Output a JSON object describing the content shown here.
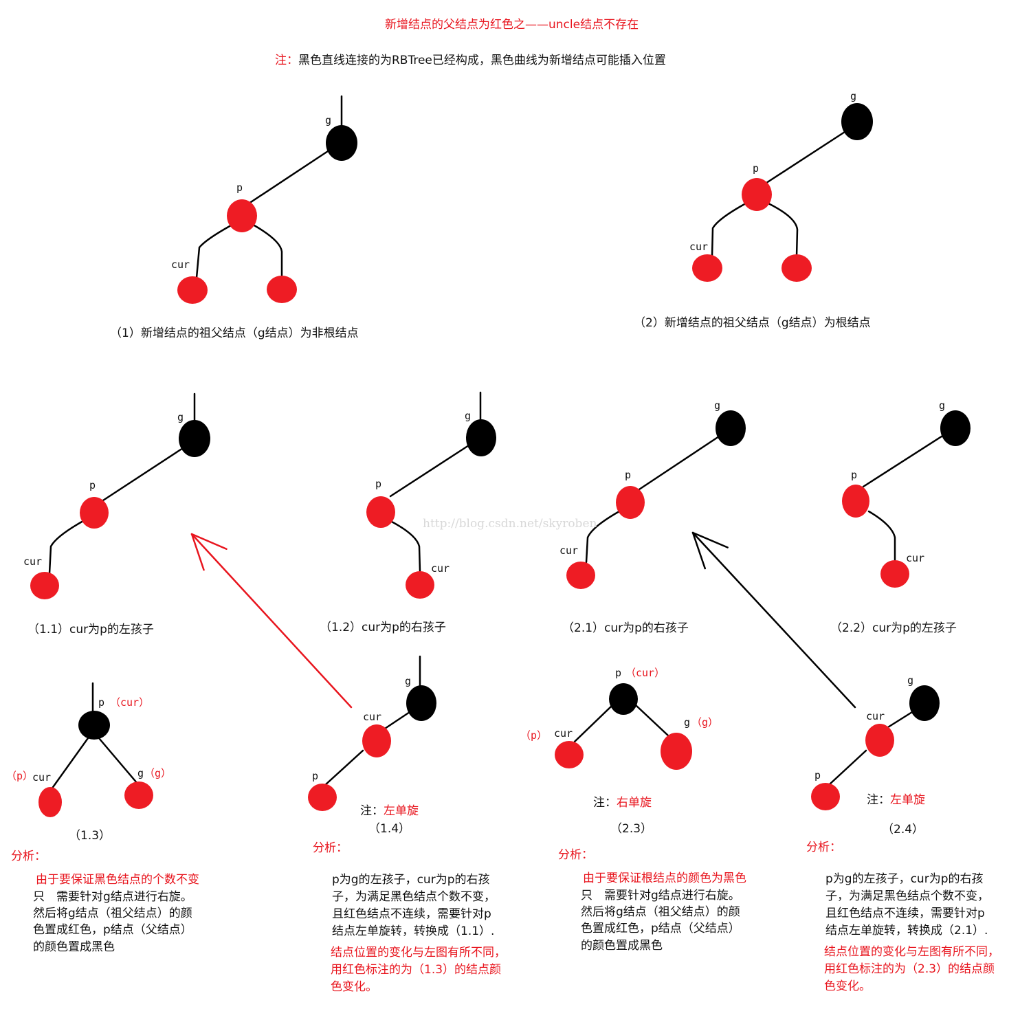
{
  "title": "新增结点的父结点为红色之——uncle结点不存在",
  "note": {
    "prefix": "注：",
    "text": "黑色直线连接的为RBTree已经构成，黑色曲线为新增结点可能插入位置"
  },
  "watermark": "http://blog.csdn.net/skyroben",
  "colors": {
    "red_node": "#ee1c24",
    "black_node": "#000000",
    "red_text": "#e8151e",
    "edge": "#000000"
  },
  "captions": {
    "c1": "（1）新增结点的祖父结点（g结点）为非根结点",
    "c2": "（2）新增结点的祖父结点（g结点）为根结点",
    "c11": "（1.1）cur为p的左孩子",
    "c12": "（1.2）cur为p的右孩子",
    "c21": "（2.1）cur为p的右孩子",
    "c22": "（2.2）cur为p的左孩子",
    "c13": "（1.3）",
    "c14": "（1.4）",
    "c23": "（2.3）",
    "c24": "（2.4）"
  },
  "rotations": {
    "r14": {
      "prefix": "注：",
      "label": "左单旋"
    },
    "r23": {
      "prefix": "注：",
      "label": "右单旋"
    },
    "r24": {
      "prefix": "注：",
      "label": "左单旋"
    }
  },
  "node_labels": {
    "g": "g",
    "p": "p",
    "cur": "cur",
    "p_cur": "（cur）",
    "g_g": "（g）",
    "p_p": "（p）"
  },
  "analysis": {
    "heading": "分析：",
    "a13": {
      "red": "由于要保证黑色结点的个数不变",
      "lines": [
        "只　需要针对g结点进行右旋。",
        "然后将g结点（祖父结点）的颜",
        "色置成红色，p结点（父结点）",
        "的颜色置成黑色"
      ]
    },
    "a14": {
      "lines": [
        "p为g的左孩子，cur为p的右孩",
        "子，为满足黑色结点个数不变，",
        "且红色结点不连续，需要针对p",
        "结点左单旋转，转换成（1.1）."
      ],
      "red_lines": [
        "结点位置的变化与左图有所不同，",
        "用红色标注的为（1.3）的结点颜",
        "色变化。"
      ]
    },
    "a23": {
      "red": "由于要保证根结点的颜色为黑色",
      "lines": [
        "只　需要针对g结点进行右旋。",
        "然后将g结点（祖父结点）的颜",
        "色置成红色，p结点（父结点）",
        "的颜色置成黑色"
      ]
    },
    "a24": {
      "lines": [
        "p为g的左孩子，cur为p的右孩",
        "子，为满足黑色结点个数不变，",
        "且红色结点不连续，需要针对p",
        "结点左单旋转，转换成（2.1）."
      ],
      "red_lines": [
        "结点位置的变化与左图有所不同，",
        "用红色标注的为（2.3）的结点颜",
        "色变化。"
      ]
    }
  }
}
